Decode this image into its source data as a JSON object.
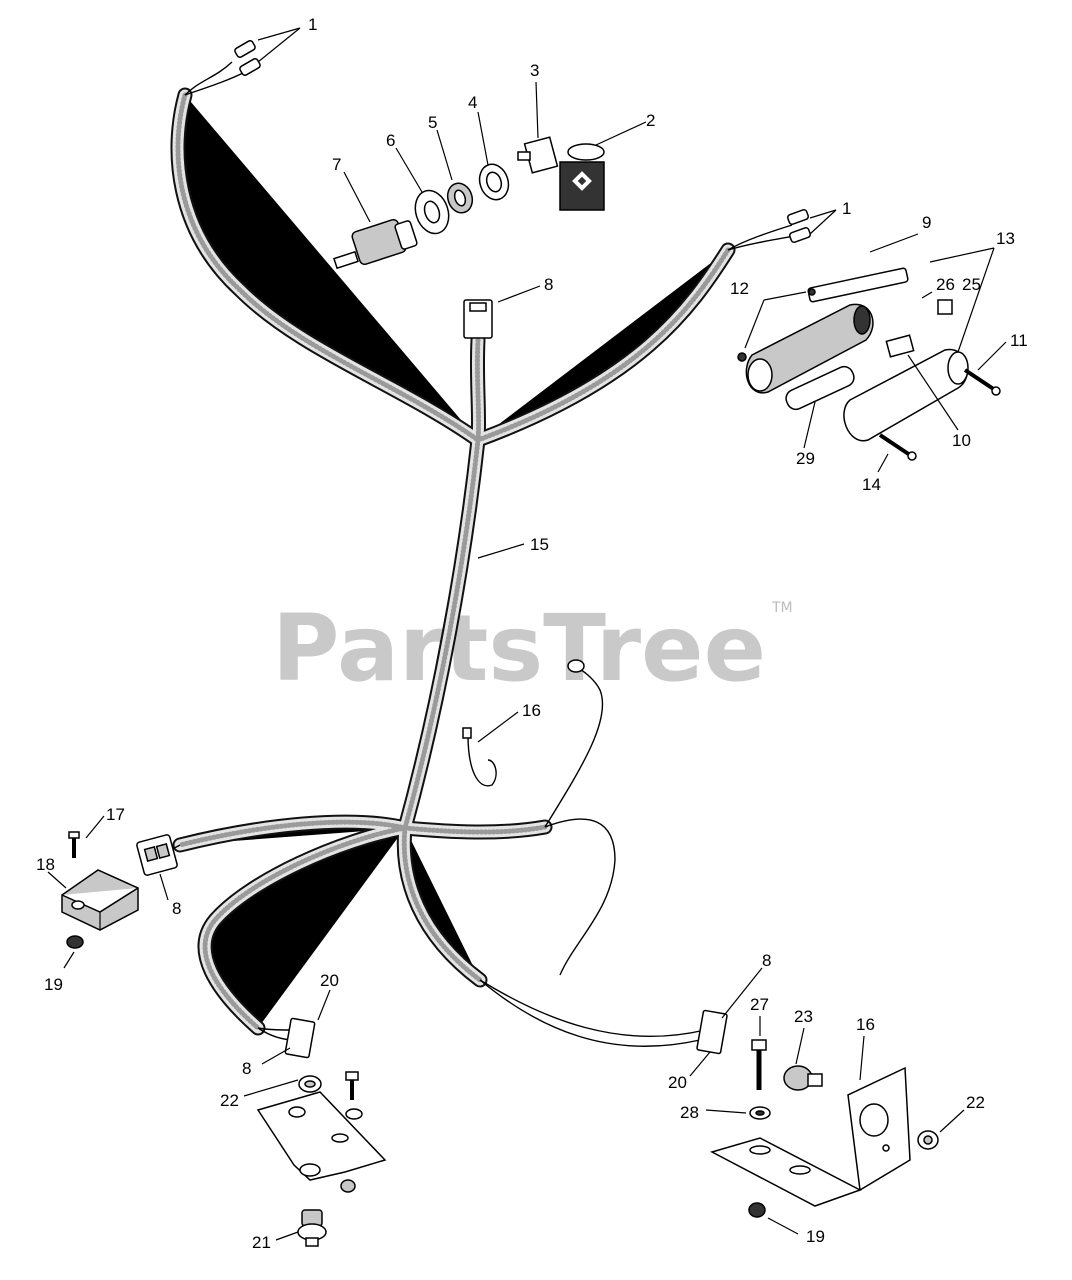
{
  "watermark": {
    "text": "PartsTree",
    "trademark": "TM"
  },
  "callouts": {
    "c1a": "1",
    "c1b": "1",
    "c2": "2",
    "c3": "3",
    "c4": "4",
    "c5": "5",
    "c6": "6",
    "c7": "7",
    "c8a": "8",
    "c8b": "8",
    "c8c": "8",
    "c8d": "8",
    "c9": "9",
    "c10": "10",
    "c11": "11",
    "c12": "12",
    "c13": "13",
    "c14": "14",
    "c15": "15",
    "c16a": "16",
    "c16b": "16",
    "c17": "17",
    "c18": "18",
    "c19a": "19",
    "c19b": "19",
    "c20a": "20",
    "c20b": "20",
    "c21": "21",
    "c22a": "22",
    "c22b": "22",
    "c23": "23",
    "c25": "25",
    "c26": "26",
    "c27": "27",
    "c28": "28",
    "c29": "29"
  }
}
